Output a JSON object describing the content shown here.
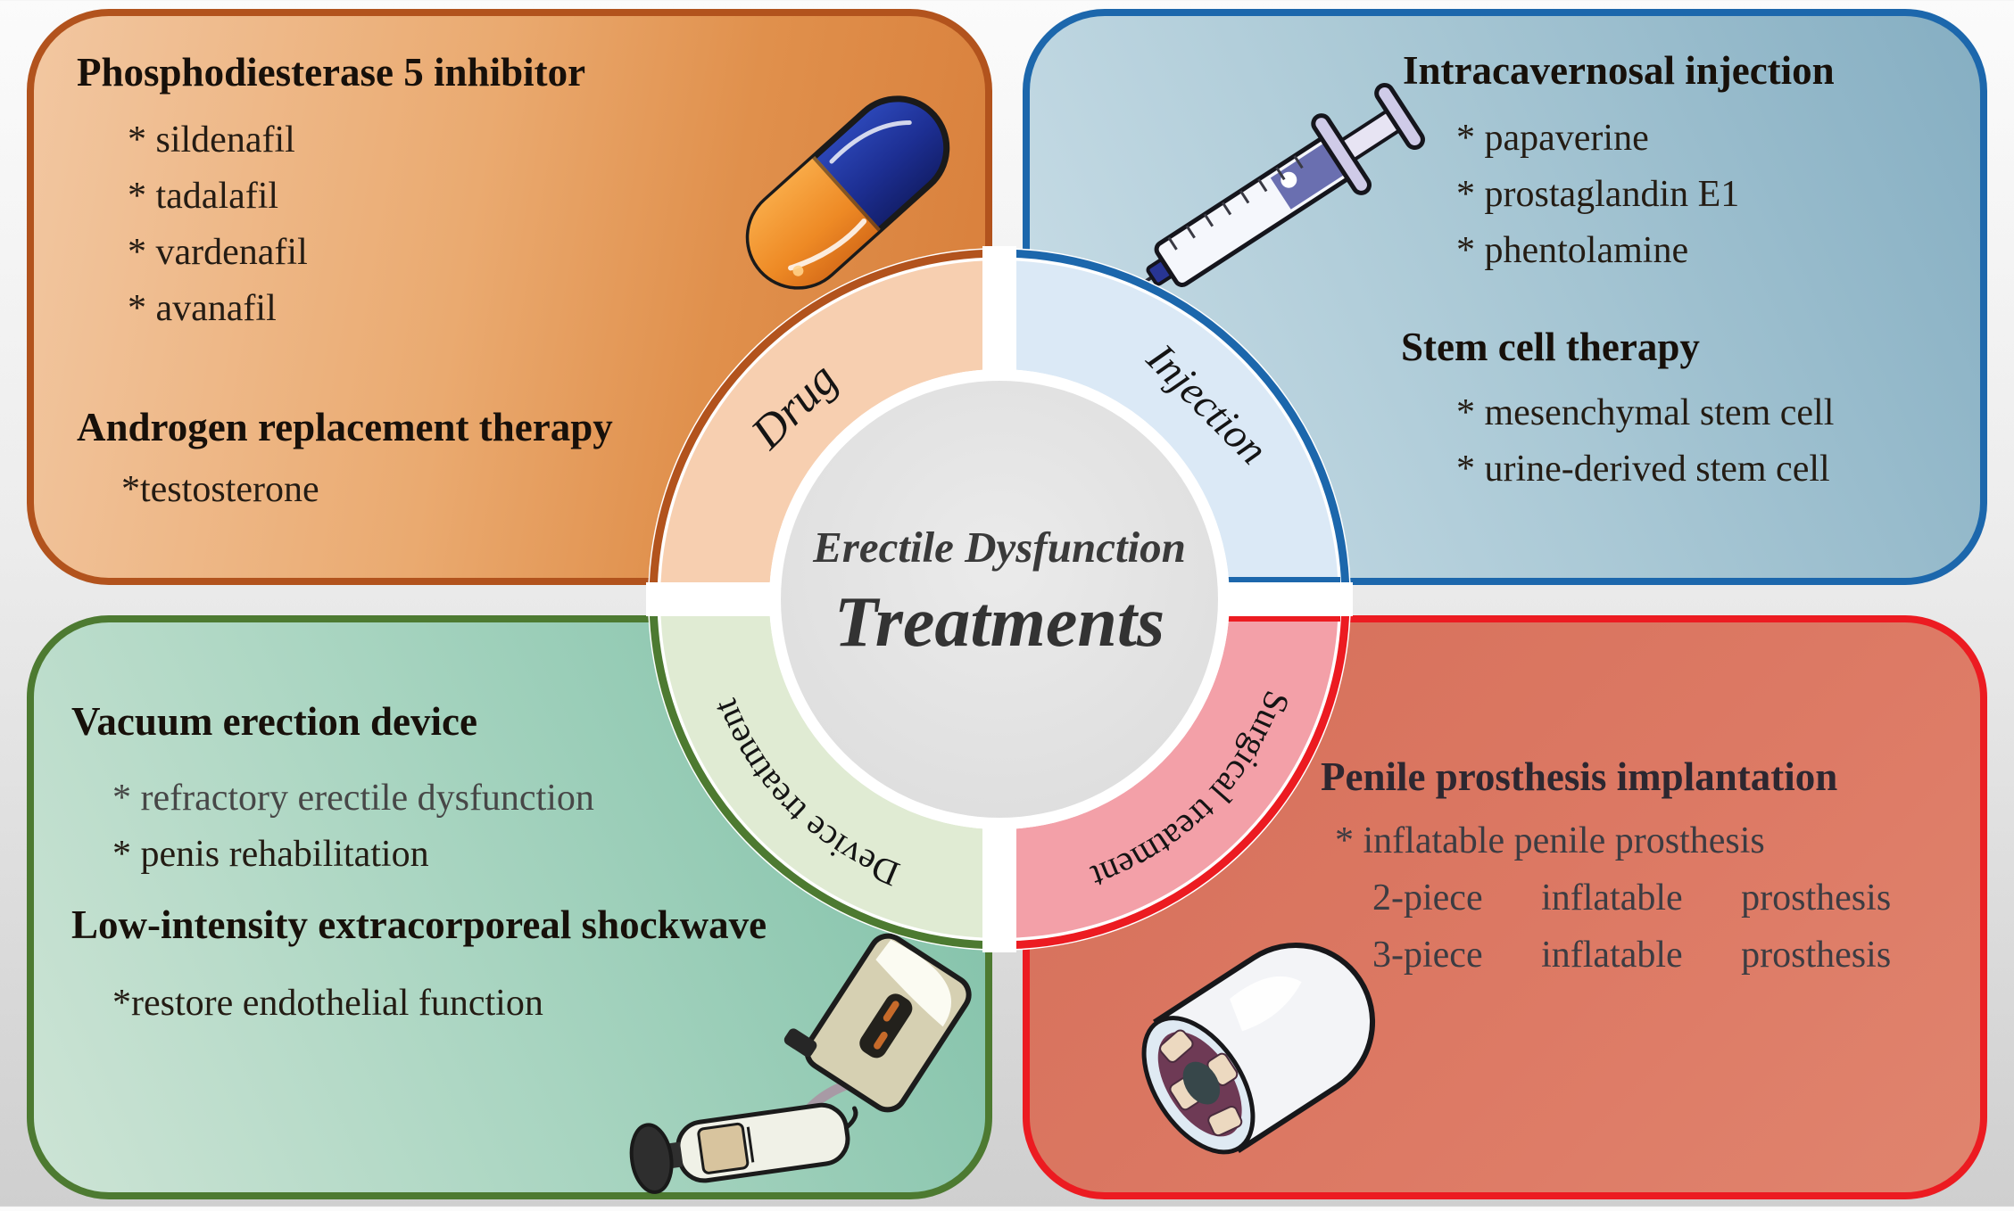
{
  "center": {
    "title_line1": "Erectile Dysfunction",
    "title_line2": "Treatments"
  },
  "ring_labels": {
    "drug": "Drug",
    "injection": "Injection",
    "device": "Device treatment",
    "surgical": "Surgical treatment"
  },
  "panels": {
    "drug": {
      "heading1": "Phosphodiesterase 5 inhibitor",
      "items1": [
        "* sildenafil",
        "* tadalafil",
        "* vardenafil",
        "* avanafil"
      ],
      "heading2": "Androgen replacement therapy",
      "items2": [
        "*testosterone"
      ]
    },
    "injection": {
      "heading1": "Intracavernosal injection",
      "items1": [
        "* papaverine",
        "* prostaglandin E1",
        "* phentolamine"
      ],
      "heading2": "Stem cell therapy",
      "items2": [
        "* mesenchymal stem cell",
        "* urine-derived stem cell"
      ]
    },
    "device": {
      "heading1": "Vacuum erection device",
      "items1": [
        "* refractory erectile dysfunction",
        "* penis rehabilitation"
      ],
      "heading2": "Low-intensity extracorporeal shockwave",
      "items2": [
        "*restore endothelial function"
      ]
    },
    "surgical": {
      "heading1": "Penile prosthesis implantation",
      "items1": [
        "* inflatable penile prosthesis",
        "2-piece inflatable prosthesis",
        "3-piece inflatable prosthesis"
      ]
    }
  },
  "icons": {
    "drug": "capsule-pill-icon",
    "injection": "syringe-icon",
    "device": "vacuum-pump-icon",
    "surgical": "penile-prosthesis-icon"
  },
  "colors": {
    "drug_border": "#b2531d",
    "drug_ring": "#f7cfb0",
    "injection_border": "#1c67ac",
    "injection_ring": "#dbe9f6",
    "device_border": "#4d7a31",
    "device_ring": "#e0ebd3",
    "surgical_border": "#ec1b21",
    "surgical_ring": "#f3a0a8",
    "center_disc": "#e2e2e2",
    "text": "#17100a"
  }
}
